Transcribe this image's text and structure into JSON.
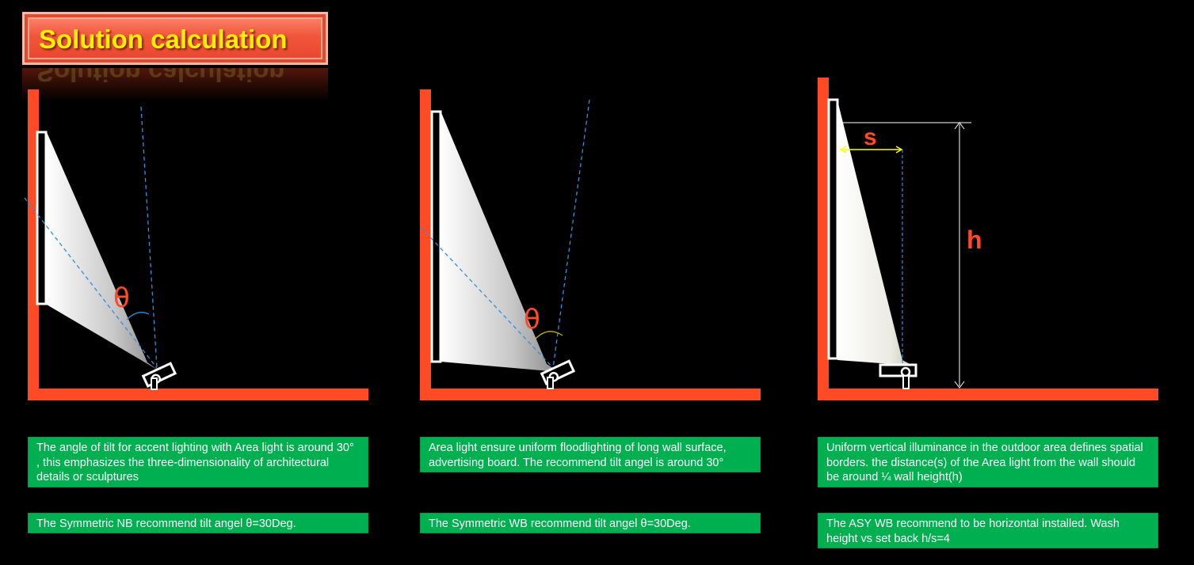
{
  "title": "Solution calculation",
  "panels": [
    {
      "angle_label": "θ",
      "description": "The angle of tilt for accent lighting with Area light is around 30°  , this emphasizes the three-dimensionality of architectural details or sculptures",
      "recommendation": "The Symmetric NB recommend tilt angel θ=30Deg."
    },
    {
      "angle_label": "θ",
      "description": "Area light ensure uniform floodlighting of long wall surface, advertising board. The recommend tilt angel is around 30°",
      "recommendation": "The Symmetric WB recommend tilt angel θ=30Deg."
    },
    {
      "setback_label": "s",
      "height_label": "h",
      "description": "Uniform vertical illuminance in the outdoor area defines spatial borders. the distance(s) of the Area light  from the wall should be around ¼ wall height(h)",
      "recommendation": "The ASY WB recommend to be horizontal installed. Wash height vs set back h/s=4"
    }
  ],
  "colors": {
    "wall": "#ff4a26",
    "note_bg": "#00b050",
    "title_text": "#ffee00",
    "dim_line": "#ffffff",
    "setback_arrow": "#ffff00",
    "guide_line": "#2f8fe0"
  }
}
